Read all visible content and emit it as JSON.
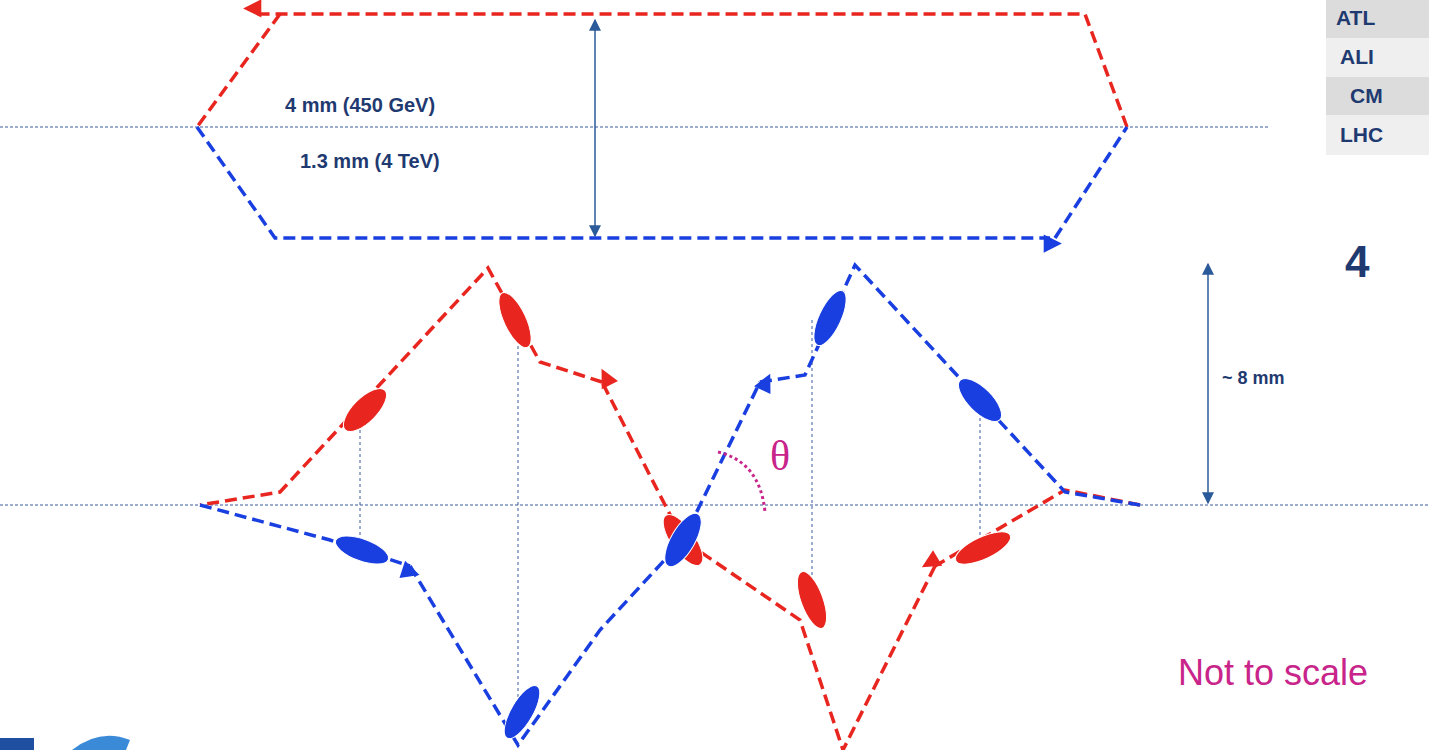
{
  "diagram": {
    "labels": [
      "4 mm (450 GeV)",
      "1.3 mm (4 TeV)",
      "ATL",
      "ALI",
      "CM",
      "LHC",
      "4",
      "~ 8 mm",
      "θ",
      "Not to scale"
    ]
  }
}
